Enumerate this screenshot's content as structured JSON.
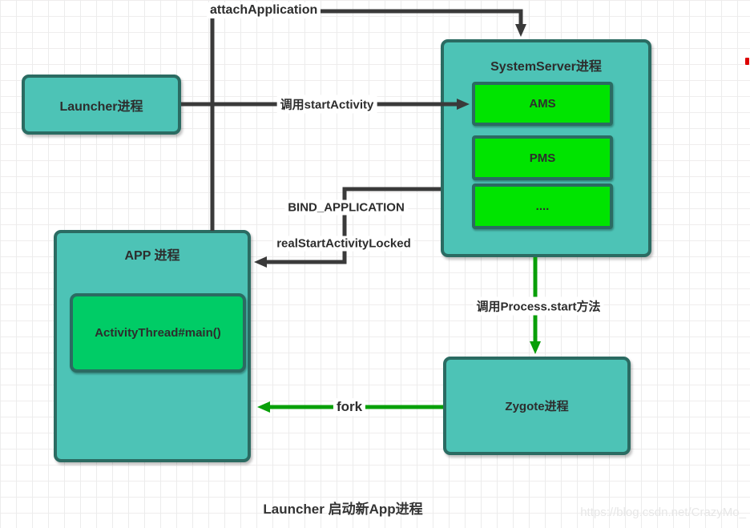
{
  "title": {
    "text": "Launcher 启动新App进程"
  },
  "watermark": {
    "text": "https://blog.csdn.net/CrazyMo_"
  },
  "nodes": {
    "launcher": {
      "label": "Launcher进程"
    },
    "system_server": {
      "label": "SystemServer进程",
      "services": [
        {
          "label": "AMS"
        },
        {
          "label": "PMS"
        },
        {
          "label": "...."
        }
      ]
    },
    "app": {
      "label": "APP 进程",
      "main": {
        "label": "ActivityThread#main()"
      }
    },
    "zygote": {
      "label": "Zygote进程"
    }
  },
  "edges": {
    "attach_application": {
      "label": "attachApplication"
    },
    "start_activity": {
      "label": "调用startActivity"
    },
    "bind_application": {
      "label": "BIND_APPLICATION"
    },
    "real_start_activity_locked": {
      "label": "realStartActivityLocked"
    },
    "process_start": {
      "label": "调用Process.start方法"
    },
    "fork": {
      "label": "fork"
    }
  },
  "colors": {
    "node_fill": "#4DC3B6",
    "node_border": "#2B6B62",
    "service_fill": "#00E400",
    "thread_fill": "#00CC66",
    "black_edge": "#3A3A3A",
    "green_edge": "#089F08",
    "text": "#2D2D2D",
    "watermark": "#E7E7E7",
    "red_mark": "#DD0000"
  }
}
